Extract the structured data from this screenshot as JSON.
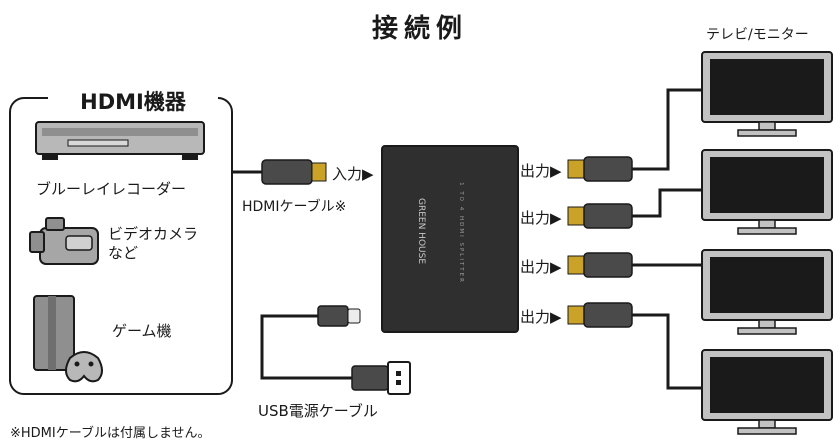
{
  "title": "接続例",
  "source_group": {
    "title": "HDMI機器",
    "devices": [
      {
        "label": "ブルーレイレコーダー",
        "icon": "bluray-recorder-icon"
      },
      {
        "label": "ビデオカメラ\nなど",
        "icon": "video-camera-icon"
      },
      {
        "label": "ゲーム機",
        "icon": "game-console-icon"
      }
    ]
  },
  "input_label": "入力▶",
  "input_cable_label": "HDMIケーブル※",
  "splitter": {
    "brand": "GREEN HOUSE",
    "model": "1 TO 4 HDMI SPLITTER"
  },
  "output_labels": [
    "出力▶",
    "出力▶",
    "出力▶",
    "出力▶"
  ],
  "display_label": "テレビ/モニター",
  "usb_cable_label": "USB電源ケーブル",
  "footnote": "※HDMIケーブルは付属しません。",
  "colors": {
    "splitter": "#2f2f2f",
    "connector_gold": "#c9a227",
    "monitor_frame": "#bdbdbd",
    "outline": "#1a1a1a"
  }
}
